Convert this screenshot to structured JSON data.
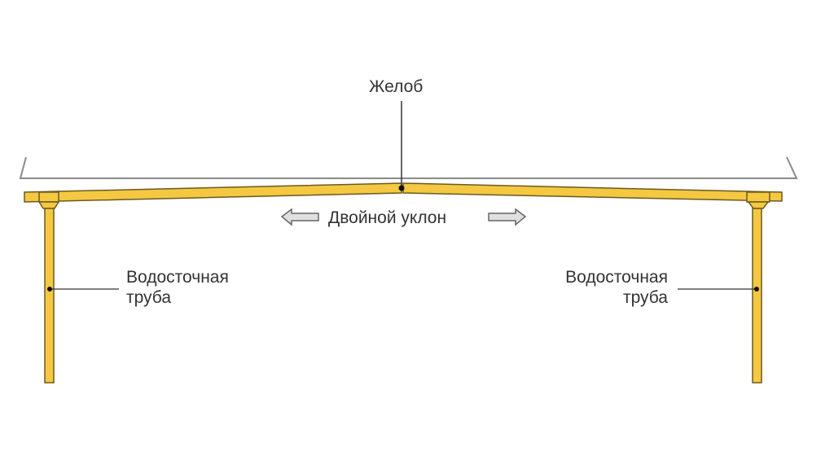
{
  "labels": {
    "gutter": "Желоб",
    "double_slope": "Двойной уклон",
    "downpipe_left": [
      "Водосточная",
      "труба"
    ],
    "downpipe_right": [
      "Водосточная",
      "труба"
    ]
  },
  "colors": {
    "roof_fill": "#f5c842",
    "outline": "#6b5a1e",
    "guide_line": "#8a8a8a",
    "text": "#333333",
    "arrow_fill": "#e0e0e0"
  }
}
